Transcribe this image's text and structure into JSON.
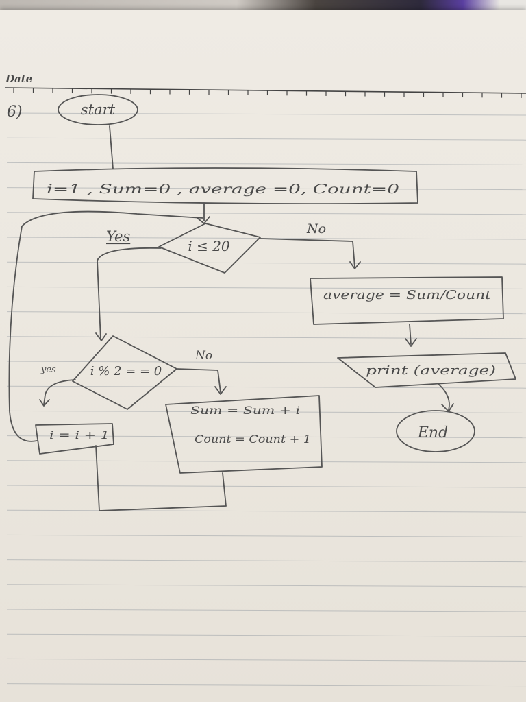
{
  "header": {
    "date_label": "Date"
  },
  "problem_number": "6)",
  "nodes": {
    "start": "start",
    "init": "i=1 , Sum=0 , average =0, Count=0",
    "loop_condition": "i ≤ 20",
    "parity_condition": "i % 2 = = 0",
    "accumulate_sum": "Sum = Sum + i",
    "accumulate_count": "Count = Count + 1",
    "increment": "i = i + 1",
    "compute_average": "average = Sum/Count",
    "output": "print (average)",
    "end": "End"
  },
  "edge_labels": {
    "loop_yes": "Yes",
    "loop_no": "No",
    "parity_yes": "yes",
    "parity_no": "No"
  },
  "colors": {
    "ink": "#555555",
    "paper": "#ece8e0",
    "rule": "#9aa0a6"
  }
}
